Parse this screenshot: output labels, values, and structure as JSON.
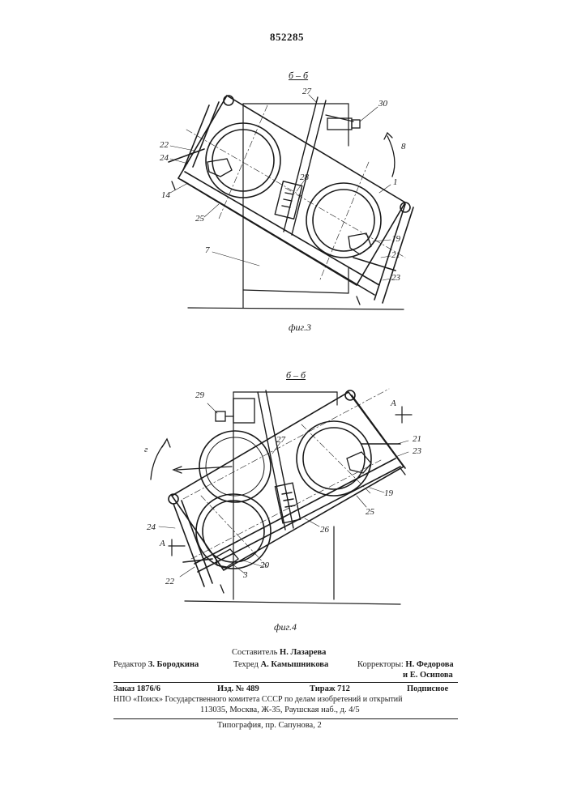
{
  "patent_number": "852285",
  "figure3": {
    "section_label": "б – б",
    "caption": "фиг.3",
    "labels": {
      "l27": "27",
      "l30": "30",
      "l8": "8",
      "l22": "22",
      "l24": "24",
      "l28": "28",
      "l1": "1",
      "l14": "14",
      "l25": "25",
      "l7": "7",
      "l19": "19",
      "l21": "21",
      "l23": "23"
    }
  },
  "figure4": {
    "section_label": "б – б",
    "caption": "фиг.4",
    "labels": {
      "l29": "29",
      "lA1": "А",
      "l21": "21",
      "l23": "23",
      "lG": "г",
      "l27": "27",
      "l19": "19",
      "l25": "25",
      "l24": "24",
      "lA2": "А",
      "l26": "26",
      "l22": "22",
      "l3": "3",
      "l20": "20"
    }
  },
  "credits": {
    "compiler_role": "Составитель",
    "compiler_name": "Н. Лазарева",
    "editor_role": "Редактор",
    "editor_name": "З. Бородкина",
    "techred_role": "Техред",
    "techred_name": "А. Камышникова",
    "correctors_role": "Корректоры:",
    "corrector1": "Н. Федорова",
    "corrector2_prefix": "и",
    "corrector2": "Е. Осипова",
    "order_label": "Заказ",
    "order": "1876/6",
    "edition_label": "Изд. №",
    "edition": "489",
    "circulation_label": "Тираж",
    "circulation": "712",
    "subscription": "Подписное",
    "org_line1": "НПО «Поиск» Государственного комитета СССР по делам изобретений и открытий",
    "org_line2": "113035, Москва, Ж-35, Раушская наб., д. 4/5",
    "printing": "Типография, пр. Сапунова, 2"
  }
}
